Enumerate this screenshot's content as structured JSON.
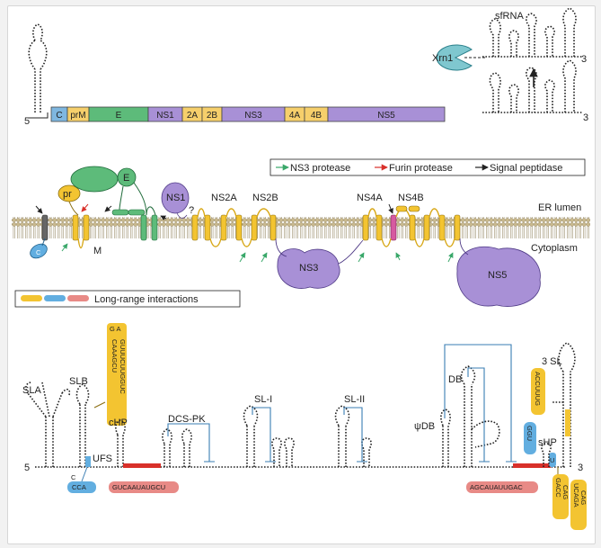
{
  "top": {
    "sfrna": "sfRNA",
    "xrn1": "Xrn1",
    "five": "5",
    "three": "3",
    "genes": [
      {
        "label": "C",
        "color": "#7fb7e0"
      },
      {
        "label": "prM",
        "color": "#f6cf6b"
      },
      {
        "label": "E",
        "color": "#5dbb7a"
      },
      {
        "label": "NS1",
        "color": "#a890d6"
      },
      {
        "label": "2A",
        "color": "#f6cf6b"
      },
      {
        "label": "2B",
        "color": "#f6cf6b"
      },
      {
        "label": "NS3",
        "color": "#a890d6"
      },
      {
        "label": "4A",
        "color": "#f6cf6b"
      },
      {
        "label": "4B",
        "color": "#f6cf6b"
      },
      {
        "label": "NS5",
        "color": "#a890d6"
      }
    ]
  },
  "legend": {
    "ns3": "NS3 protease",
    "furin": "Furin protease",
    "signal": "Signal peptidase",
    "colors": {
      "ns3": "#3aa86a",
      "furin": "#d8302a",
      "signal": "#222222"
    }
  },
  "membrane": {
    "er_lumen": "ER lumen",
    "cytoplasm": "Cytoplasm",
    "proteins": {
      "pr": "pr",
      "e": "E",
      "m": "M",
      "c": "C",
      "ns1": "NS1",
      "question": "?",
      "ns2a": "NS2A",
      "ns2b": "NS2B",
      "ns3": "NS3",
      "ns4a": "NS4A",
      "ns4b": "NS4B",
      "ns5": "NS5"
    }
  },
  "lri": {
    "legend": "Long-range interactions",
    "colors": {
      "yellow": "#f3c431",
      "blue": "#62aee0",
      "red": "#e88a86"
    }
  },
  "bottom": {
    "five": "5",
    "three": "3",
    "sla": "SLA",
    "slb": "SLB",
    "ufs": "UFS",
    "chp": "cHP",
    "dcspk": "DCS-PK",
    "sli": "SL-I",
    "slii": "SL-II",
    "psidb": "ψDB",
    "db": "DB",
    "three_sl": "3 SL",
    "shp": "sHP",
    "seq_slb_left": "CAAAGCU",
    "seq_slb_right": "GUUUCUUGGUC",
    "seq_slb_top": "G A",
    "seq_cca_top": "C",
    "seq_cca": "CCA",
    "seq_red_left": "GUCAAUAUGCU",
    "seq_red_right": "AGCAUAUUGAC",
    "seq_ggu": "GGU",
    "seq_ggu2": "U",
    "seq_3sl": "ACCUUUG",
    "seq_gac": "GACC",
    "seq_cag": "CAG",
    "seq_ucaga": "UCAGA",
    "seq_cag2": "CAG"
  }
}
